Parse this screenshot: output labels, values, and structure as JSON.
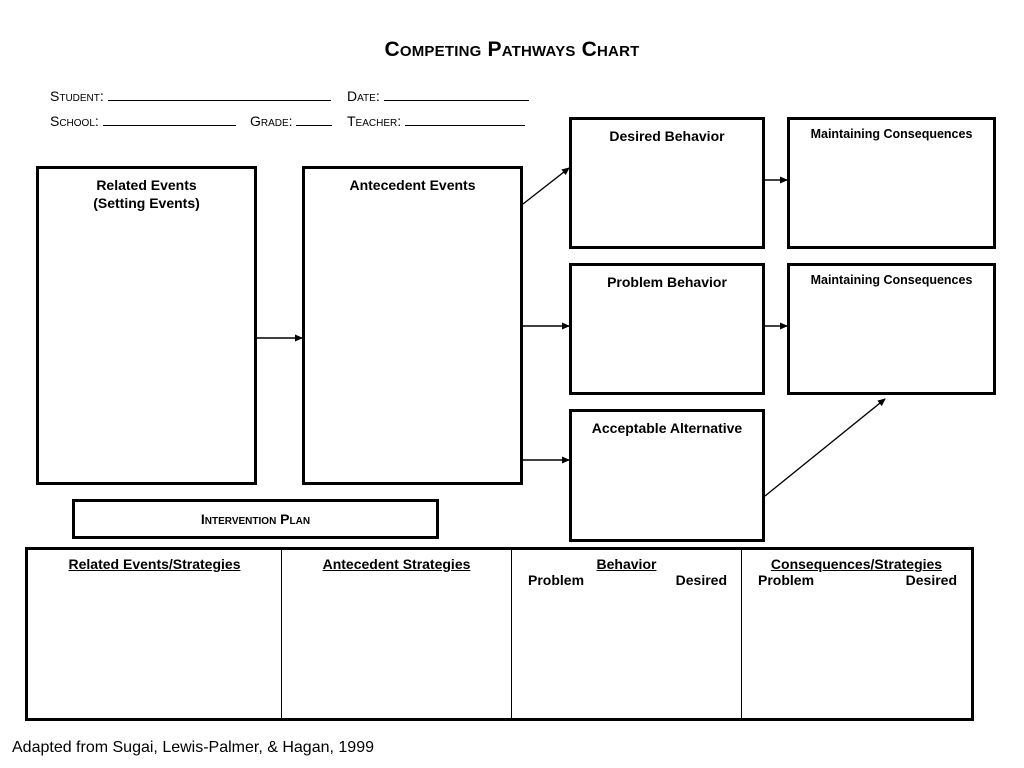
{
  "title": "Competing Pathways Chart",
  "header": {
    "student_label": "Student:",
    "date_label": "Date:",
    "school_label": "School:",
    "grade_label": "Grade:",
    "teacher_label": "Teacher:"
  },
  "boxes": {
    "related_events_line1": "Related Events",
    "related_events_line2": "(Setting Events)",
    "antecedent_events": "Antecedent Events",
    "desired_behavior": "Desired Behavior",
    "maintaining_consequences_1": "Maintaining Consequences",
    "problem_behavior": "Problem Behavior",
    "maintaining_consequences_2": "Maintaining Consequences",
    "acceptable_alternative": "Acceptable Alternative"
  },
  "intervention_plan": {
    "label": "Intervention Plan",
    "columns": [
      {
        "header": "Related Events/Strategies"
      },
      {
        "header": "Antecedent Strategies"
      },
      {
        "header": "Behavior",
        "sub_left": "Problem",
        "sub_right": "Desired"
      },
      {
        "header": "Consequences/Strategies",
        "sub_left": "Problem",
        "sub_right": "Desired"
      }
    ]
  },
  "footer": "Adapted from Sugai, Lewis-Palmer, & Hagan, 1999"
}
